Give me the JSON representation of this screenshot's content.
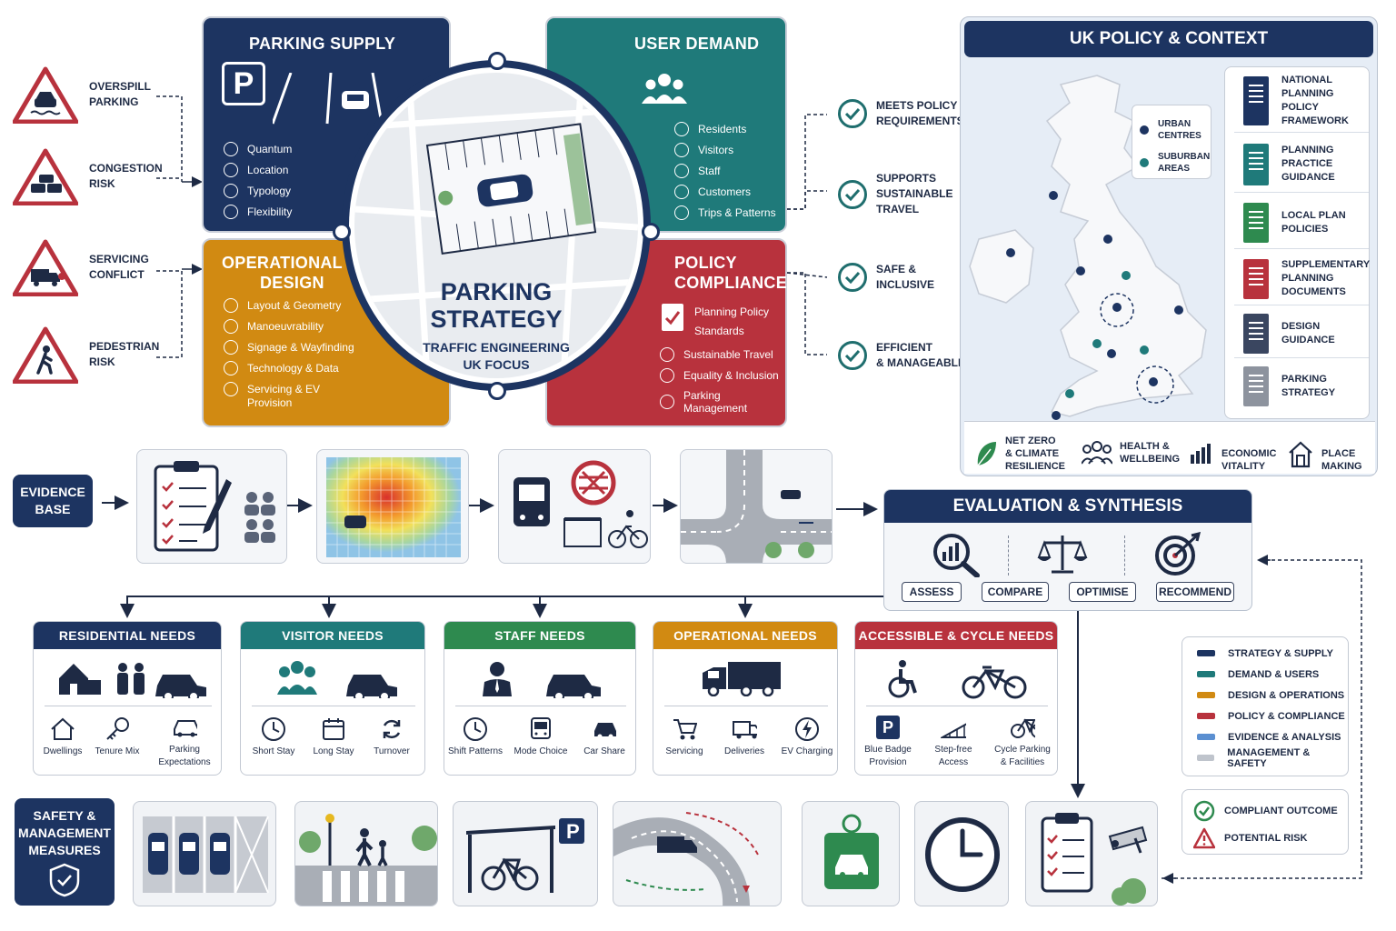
{
  "risks": [
    {
      "label": "OVERSPILL PARKING",
      "icon": "car-in-water-icon"
    },
    {
      "label": "CONGESTION RISK",
      "icon": "cars-queue-icon"
    },
    {
      "label": "SERVICING CONFLICT",
      "icon": "truck-icon"
    },
    {
      "label": "PEDESTRIAN RISK",
      "icon": "pedestrian-icon"
    }
  ],
  "parking_supply": {
    "title": "PARKING SUPPLY",
    "items": [
      "Quantum",
      "Location",
      "Typology",
      "Flexibility"
    ]
  },
  "user_demand": {
    "title": "USER DEMAND",
    "items": [
      "Residents",
      "Visitors",
      "Staff",
      "Customers",
      "Trips & Patterns"
    ]
  },
  "operational_design": {
    "title_line1": "OPERATIONAL",
    "title_line2": "DESIGN",
    "items": [
      "Layout & Geometry",
      "Manoeuvrability",
      "Signage & Wayfinding",
      "Technology & Data",
      "Servicing & EV",
      "Provision"
    ]
  },
  "policy_compliance": {
    "title_line1": "POLICY",
    "title_line2": "COMPLIANCE",
    "items": [
      "Planning Policy",
      "Standards",
      "Sustainable Travel",
      "Equality & Inclusion",
      "Parking Management"
    ]
  },
  "center": {
    "title_line1": "PARKING",
    "title_line2": "STRATEGY",
    "sub_line1": "TRAFFIC ENGINEERING",
    "sub_line2": "UK FOCUS"
  },
  "outcomes": [
    {
      "line1": "MEETS POLICY",
      "line2": "REQUIREMENTS"
    },
    {
      "line1": "SUPPORTS",
      "line2": "SUSTAINABLE",
      "line3": "TRAVEL"
    },
    {
      "line1": "SAFE &",
      "line2": "INCLUSIVE"
    },
    {
      "line1": "EFFICIENT",
      "line2": "& MANAGEABLE"
    }
  ],
  "uk_policy": {
    "title": "UK POLICY & CONTEXT",
    "map_legend": [
      {
        "line1": "URBAN",
        "line2": "CENTRES",
        "color": "#1d3461"
      },
      {
        "line1": "SUBURBAN",
        "line2": "AREAS",
        "color": "#1f7a7a"
      }
    ],
    "documents": [
      {
        "lines": [
          "NATIONAL",
          "PLANNING",
          "POLICY",
          "FRAMEWORK"
        ],
        "color": "#1d3461"
      },
      {
        "lines": [
          "PLANNING",
          "PRACTICE",
          "GUIDANCE"
        ],
        "color": "#1f7a7a"
      },
      {
        "lines": [
          "LOCAL PLAN",
          "POLICIES"
        ],
        "color": "#2e8a4f"
      },
      {
        "lines": [
          "SUPPLEMENTARY",
          "PLANNING",
          "DOCUMENTS"
        ],
        "color": "#b8323d"
      },
      {
        "lines": [
          "DESIGN",
          "GUIDANCE"
        ],
        "color": "#3a4660"
      },
      {
        "lines": [
          "PARKING",
          "STRATEGY"
        ],
        "color": "#8d939e"
      }
    ],
    "context": [
      {
        "line1": "NET ZERO",
        "line2": "& CLIMATE",
        "line3": "RESILIENCE",
        "icon": "leaf-icon"
      },
      {
        "line1": "HEALTH &",
        "line2": "WELLBEING",
        "icon": "people-icon"
      },
      {
        "line1": "ECONOMIC",
        "line2": "VITALITY",
        "icon": "bar-chart-icon"
      },
      {
        "line1": "PLACE",
        "line2": "MAKING",
        "icon": "house-icon"
      }
    ]
  },
  "evidence": {
    "line1": "EVIDENCE",
    "line2": "BASE"
  },
  "evaluation": {
    "title": "EVALUATION & SYNTHESIS",
    "steps": [
      "ASSESS",
      "COMPARE",
      "OPTIMISE",
      "RECOMMEND"
    ]
  },
  "needs": [
    {
      "title": "RESIDENTIAL NEEDS",
      "color": "#1d3461",
      "subs": [
        {
          "l1": "Dwellings"
        },
        {
          "l1": "Tenure Mix"
        },
        {
          "l1": "Parking",
          "l2": "Expectations"
        }
      ]
    },
    {
      "title": "VISITOR NEEDS",
      "color": "#1f7a7a",
      "subs": [
        {
          "l1": "Short Stay"
        },
        {
          "l1": "Long Stay"
        },
        {
          "l1": "Turnover"
        }
      ]
    },
    {
      "title": "STAFF NEEDS",
      "color": "#2e8a4f",
      "subs": [
        {
          "l1": "Shift Patterns"
        },
        {
          "l1": "Mode Choice"
        },
        {
          "l1": "Car Share"
        }
      ]
    },
    {
      "title": "OPERATIONAL NEEDS",
      "color": "#d18a12",
      "subs": [
        {
          "l1": "Servicing"
        },
        {
          "l1": "Deliveries"
        },
        {
          "l1": "EV Charging"
        }
      ]
    },
    {
      "title": "ACCESSIBLE & CYCLE NEEDS",
      "color": "#b8323d",
      "subs": [
        {
          "l1": "Blue Badge",
          "l2": "Provision"
        },
        {
          "l1": "Step-free",
          "l2": "Access"
        },
        {
          "l1": "Cycle Parking",
          "l2": "& Facilities"
        }
      ]
    }
  ],
  "legend": [
    {
      "label": "STRATEGY & SUPPLY",
      "color": "#1d3461"
    },
    {
      "label": "DEMAND & USERS",
      "color": "#1f7a7a"
    },
    {
      "label": "DESIGN & OPERATIONS",
      "color": "#d18a12"
    },
    {
      "label": "POLICY & COMPLIANCE",
      "color": "#b8323d"
    },
    {
      "label": "EVIDENCE & ANALYSIS",
      "color": "#5b8fd1"
    },
    {
      "label": "MANAGEMENT & SAFETY",
      "color": "#bfc4cc"
    }
  ],
  "status_legend": [
    {
      "label": "COMPLIANT OUTCOME",
      "icon": "check-circle-icon"
    },
    {
      "label": "POTENTIAL RISK",
      "icon": "warning-icon"
    }
  ],
  "safety": {
    "line1": "SAFETY &",
    "line2": "MANAGEMENT",
    "line3": "MEASURES"
  },
  "colors": {
    "navy": "#1d3461",
    "teal": "#1f7a7a",
    "orange": "#d18a12",
    "red": "#b8323d",
    "green": "#2e8a4f"
  }
}
